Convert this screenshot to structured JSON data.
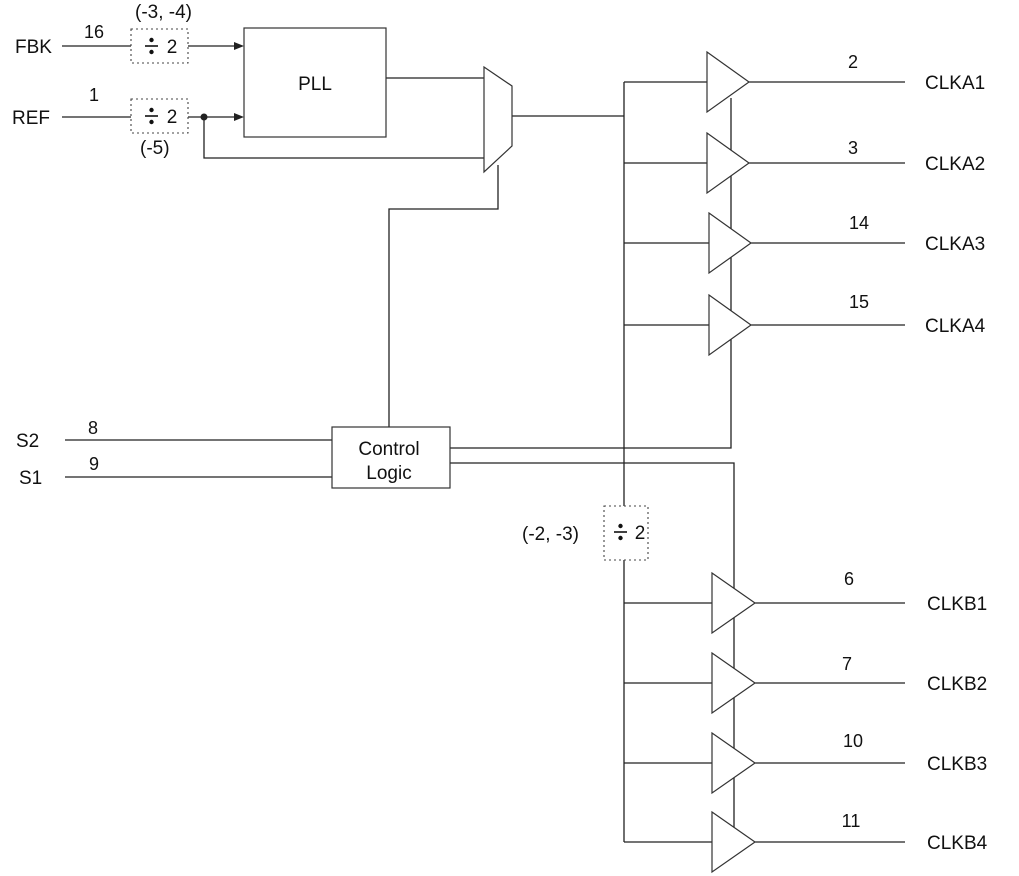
{
  "inputs": {
    "fbk": {
      "label": "FBK",
      "pin": "16",
      "divider_note": "(-3, -4)"
    },
    "ref": {
      "label": "REF",
      "pin": "1",
      "divider_note": "(-5)"
    },
    "s2": {
      "label": "S2",
      "pin": "8"
    },
    "s1": {
      "label": "S1",
      "pin": "9"
    }
  },
  "dividers": {
    "fbk_div": {
      "value": "2"
    },
    "ref_div": {
      "value": "2"
    },
    "bank_b_div": {
      "value": "2",
      "note": "(-2, -3)"
    }
  },
  "blocks": {
    "pll": {
      "label": "PLL"
    },
    "control": {
      "line1": "Control",
      "line2": "Logic"
    }
  },
  "outputs_a": [
    {
      "name": "CLKA1",
      "pin": "2"
    },
    {
      "name": "CLKA2",
      "pin": "3"
    },
    {
      "name": "CLKA3",
      "pin": "14"
    },
    {
      "name": "CLKA4",
      "pin": "15"
    }
  ],
  "outputs_b": [
    {
      "name": "CLKB1",
      "pin": "6"
    },
    {
      "name": "CLKB2",
      "pin": "7"
    },
    {
      "name": "CLKB3",
      "pin": "10"
    },
    {
      "name": "CLKB4",
      "pin": "11"
    }
  ]
}
